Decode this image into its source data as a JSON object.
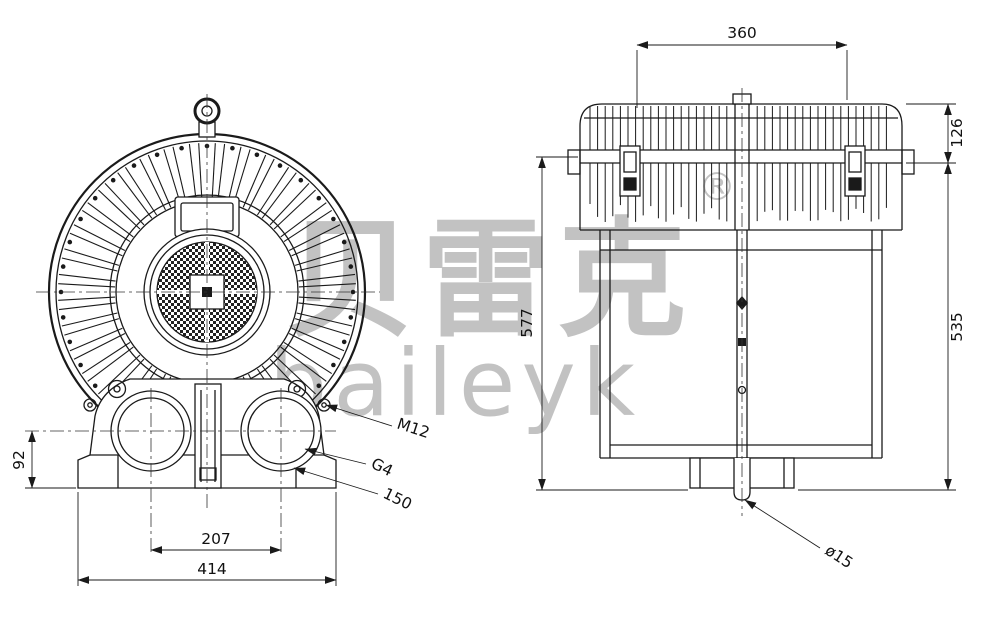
{
  "watermark": {
    "registered": "®",
    "cjk": "贝雷克",
    "latin": "baileyk"
  },
  "front_view": {
    "dimensions": {
      "port_center_height": "92",
      "port_spacing": "207",
      "overall_width": "414"
    },
    "labels": {
      "mounting_bolt": "M12",
      "port_thread": "G4",
      "port_offset": "150"
    }
  },
  "side_view": {
    "dimensions": {
      "cover_width": "360",
      "cover_height": "126",
      "total_height": "577",
      "body_height": "535"
    },
    "labels": {
      "drain_diameter": "ø15"
    }
  }
}
